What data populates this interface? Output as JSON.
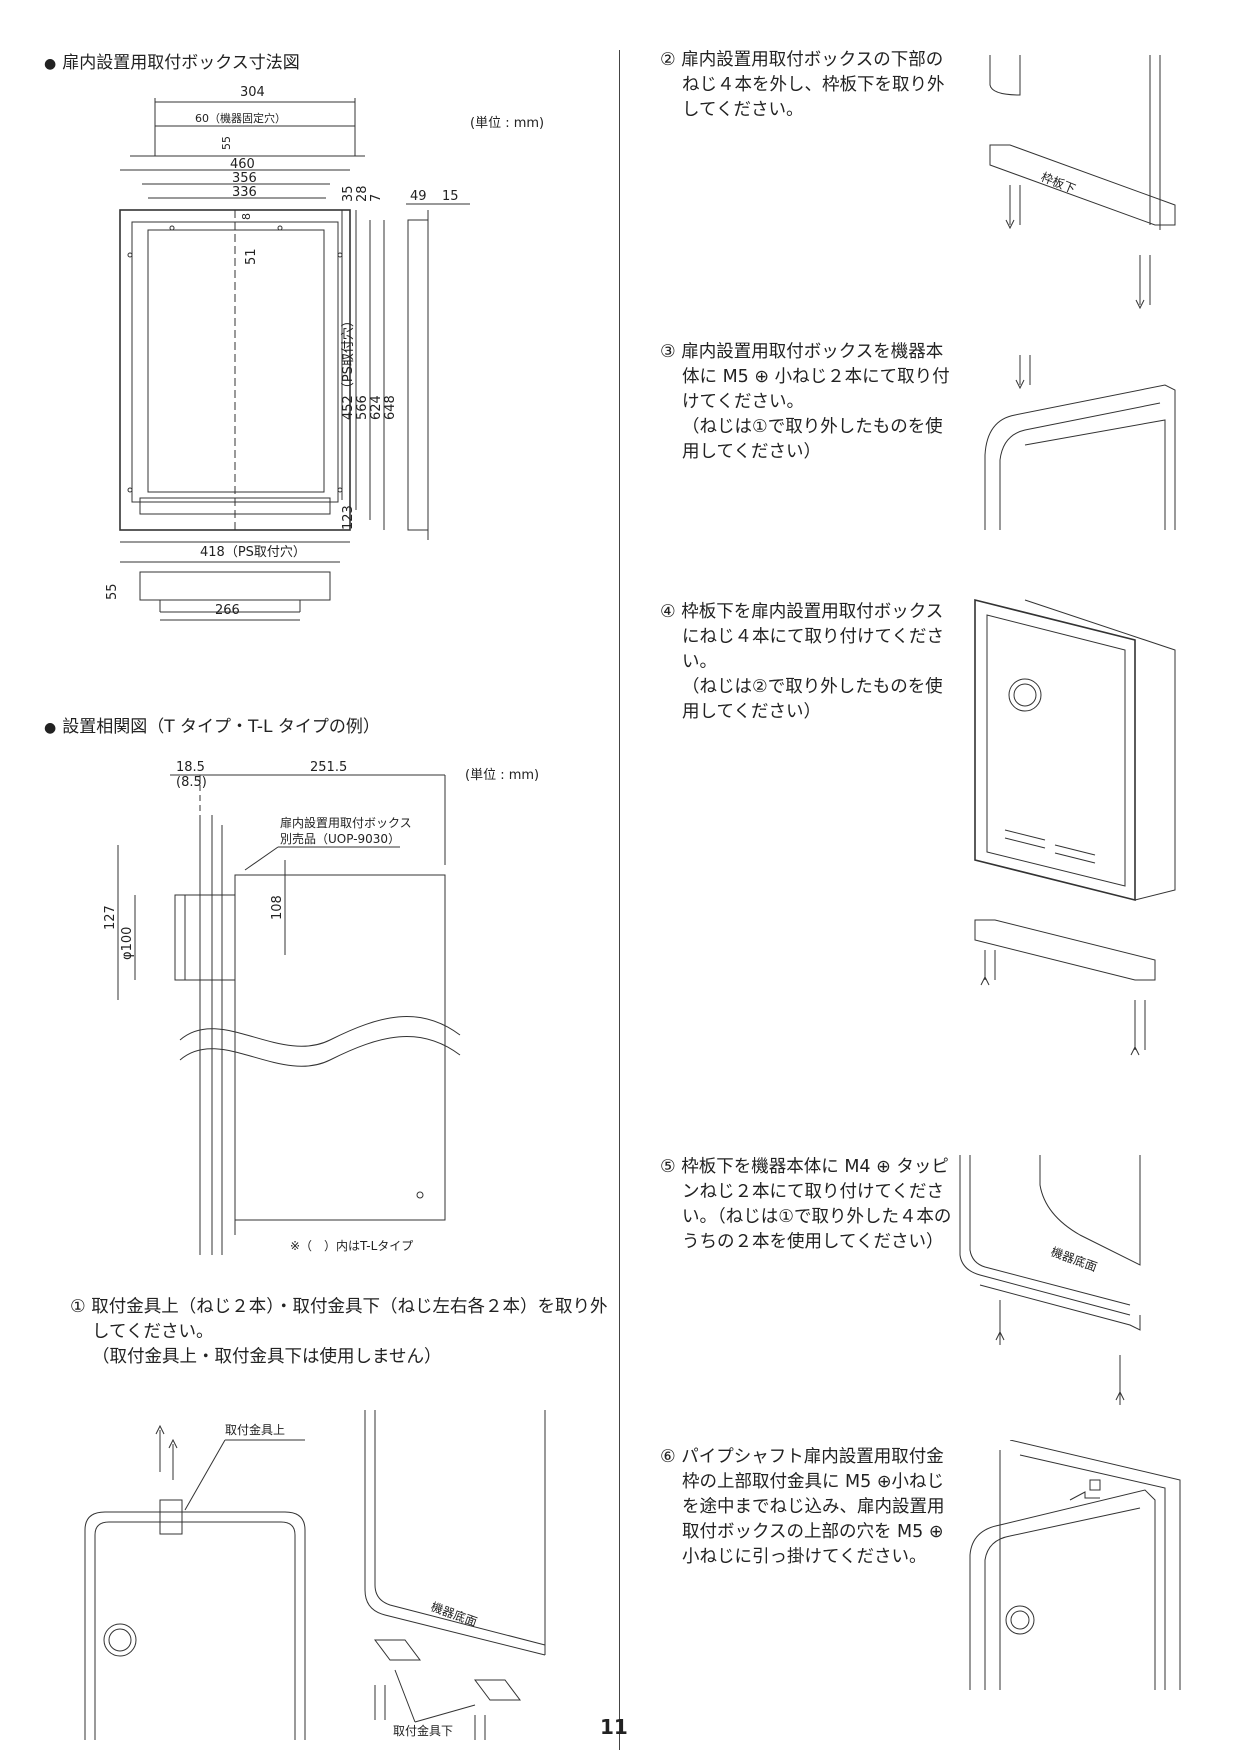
{
  "left": {
    "section1_title": "扉内設置用取付ボックス寸法図",
    "unit1": "(単位 : mm)",
    "dims1": {
      "d304": "304",
      "d60": "60（機器固定穴）",
      "d55v": "55",
      "d460": "460",
      "d356": "356",
      "d336": "336",
      "d8": "8",
      "d35": "35",
      "d28": "28",
      "d7": "7",
      "d49": "49",
      "d15": "15",
      "d51": "51",
      "d452": "452（PS取付穴）",
      "d566": "566",
      "d624": "624",
      "d648": "648",
      "d123": "123",
      "d418": "418（PS取付穴）",
      "d55b": "55",
      "d266": "266"
    },
    "section2_title": "設置相関図（T タイプ・T-L タイプの例）",
    "unit2": "(単位 : mm)",
    "dims2": {
      "d185": "18.5",
      "d85": "(8.5)",
      "d2515": "251.5",
      "d127": "127",
      "d108": "108",
      "d100": "φ100",
      "box_label1": "扉内設置用取付ボックス",
      "box_label2": "別売品（UOP-9030）",
      "tl_note": "※（　）内はT-Lタイプ"
    },
    "step1_line1": "① 取付金具上（ねじ２本）・取付金具下（ねじ左右各２本）を取り外してください。",
    "step1_note": "（取付金具上・取付金具下は使用しません）",
    "fig1": {
      "upper_label": "取付金具上",
      "lower_label": "取付金具下",
      "bottom_label": "機器底面"
    }
  },
  "right": {
    "step2": "② 扉内設置用取付ボックスの下部のねじ４本を外し、枠板下を取り外してください。",
    "step2_fig_label": "枠板下",
    "step3": "③ 扉内設置用取付ボックスを機器本体に M5 ⊕ 小ねじ２本にて取り付けてください。",
    "step3_note": "（ねじは①で取り外したものを使用してください）",
    "step4": "④ 枠板下を扉内設置用取付ボックスにねじ４本にて取り付けてください。",
    "step4_note": "（ねじは②で取り外したものを使用してください）",
    "step5": "⑤ 枠板下を機器本体に M4 ⊕ タッピンねじ２本にて取り付けてください。（ねじは①で取り外した４本のうちの２本を使用してください）",
    "step5_fig_label": "機器底面",
    "step6": "⑥ パイプシャフト扉内設置用取付金枠の上部取付金具に M5 ⊕小ねじを途中までねじ込み、扉内設置用取付ボックスの上部の穴を M5 ⊕小ねじに引っ掛けてください。"
  },
  "page_number": "11"
}
